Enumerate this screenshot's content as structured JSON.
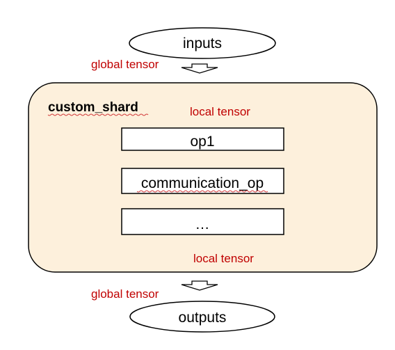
{
  "diagram": {
    "inputs": "inputs",
    "outputs": "outputs",
    "container_title": "custom_shard",
    "top_global_label": "global tensor",
    "bottom_global_label": "global tensor",
    "top_local_label": "local tensor",
    "bottom_local_label": "local tensor",
    "ops": [
      "op1",
      "communication_op",
      "…"
    ],
    "colors": {
      "container_fill": "#fdf0dc",
      "annotation_text": "#c00000",
      "stroke": "#000000"
    }
  }
}
